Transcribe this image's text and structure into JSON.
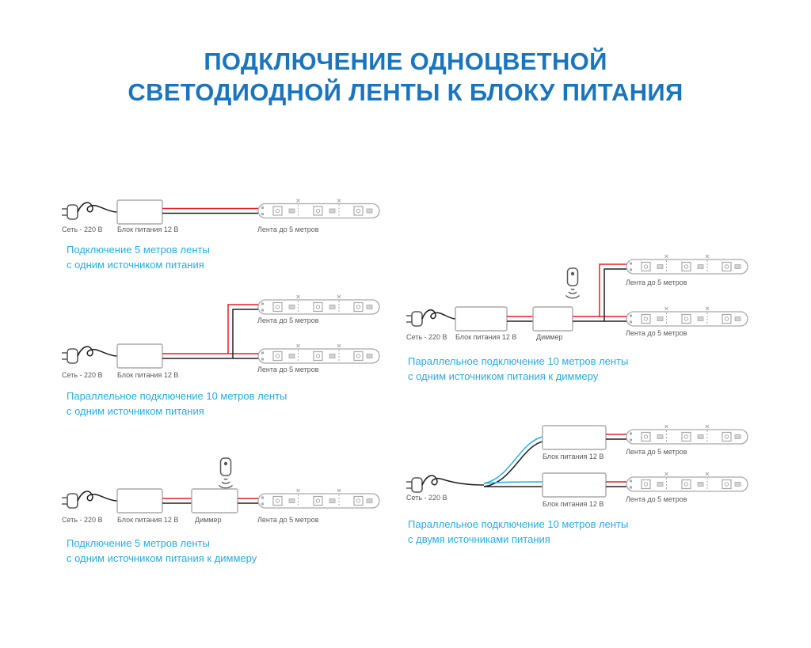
{
  "title": {
    "line1": "ПОДКЛЮЧЕНИЕ ОДНОЦВЕТНОЙ",
    "line2": "СВЕТОДИОДНОЙ ЛЕНТЫ К БЛОКУ ПИТАНИЯ"
  },
  "labels": {
    "mains": "Сеть - 220 В",
    "psu": "Блок питания 12 В",
    "dimmer": "Диммер",
    "strip": "Лента до 5 метров"
  },
  "diagrams": {
    "d1": {
      "caption1": "Подключение 5 метров ленты",
      "caption2": "с одним источником питания"
    },
    "d2": {
      "caption1": "Параллельное подключение 10 метров ленты",
      "caption2": "с одним источником питания"
    },
    "d3": {
      "caption1": "Подключение 5 метров ленты",
      "caption2": "с одним источником питания к диммеру"
    },
    "d4": {
      "caption1": "Параллельное подключение 10 метров ленты",
      "caption2": "с одним источником питания к диммеру"
    },
    "d5": {
      "caption1": "Параллельное подключение 10 метров ленты",
      "caption2": "с двумя источниками питания"
    }
  },
  "icons": {
    "plug": "power-plug-icon",
    "remote": "dimmer-remote-icon",
    "cut_mark": "cut-mark-icon"
  },
  "colors": {
    "title_blue": "#1b75bc",
    "caption_blue": "#29abe2",
    "wire_red": "#ed1c24",
    "wire_black": "#231f20",
    "wire_cyan": "#29abe2",
    "outline_gray": "#a7a9ac",
    "label_gray": "#58595b"
  }
}
